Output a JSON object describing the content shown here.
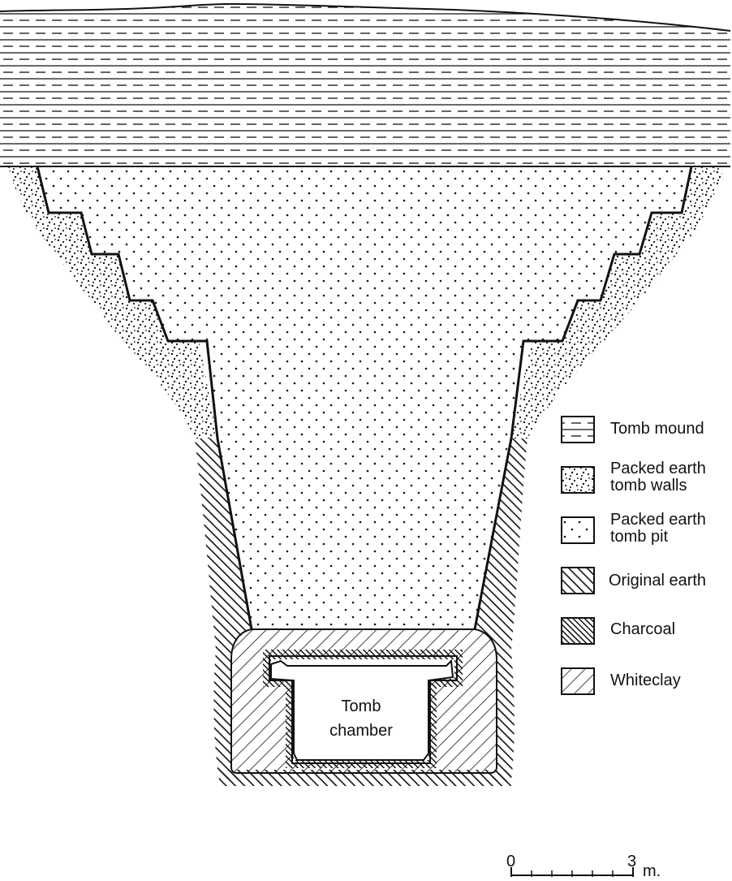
{
  "diagram": {
    "chamber_label": "Tomb\nchamber"
  },
  "legend": [
    {
      "id": "tomb-mound",
      "label": "Tomb mound",
      "pattern": "pat-mound"
    },
    {
      "id": "packed-walls",
      "label": "Packed earth\ntomb walls",
      "pattern": "pat-walls"
    },
    {
      "id": "packed-pit",
      "label": "Packed earth\ntomb pit",
      "pattern": "pat-pit"
    },
    {
      "id": "original-earth",
      "label": "Original earth",
      "pattern": "pat-orig"
    },
    {
      "id": "charcoal",
      "label": "Charcoal",
      "pattern": "pat-charcoal"
    },
    {
      "id": "whiteclay",
      "label": "Whiteclay",
      "pattern": "pat-clay"
    }
  ],
  "scale": {
    "start": "0",
    "end": "3",
    "unit": "m."
  }
}
